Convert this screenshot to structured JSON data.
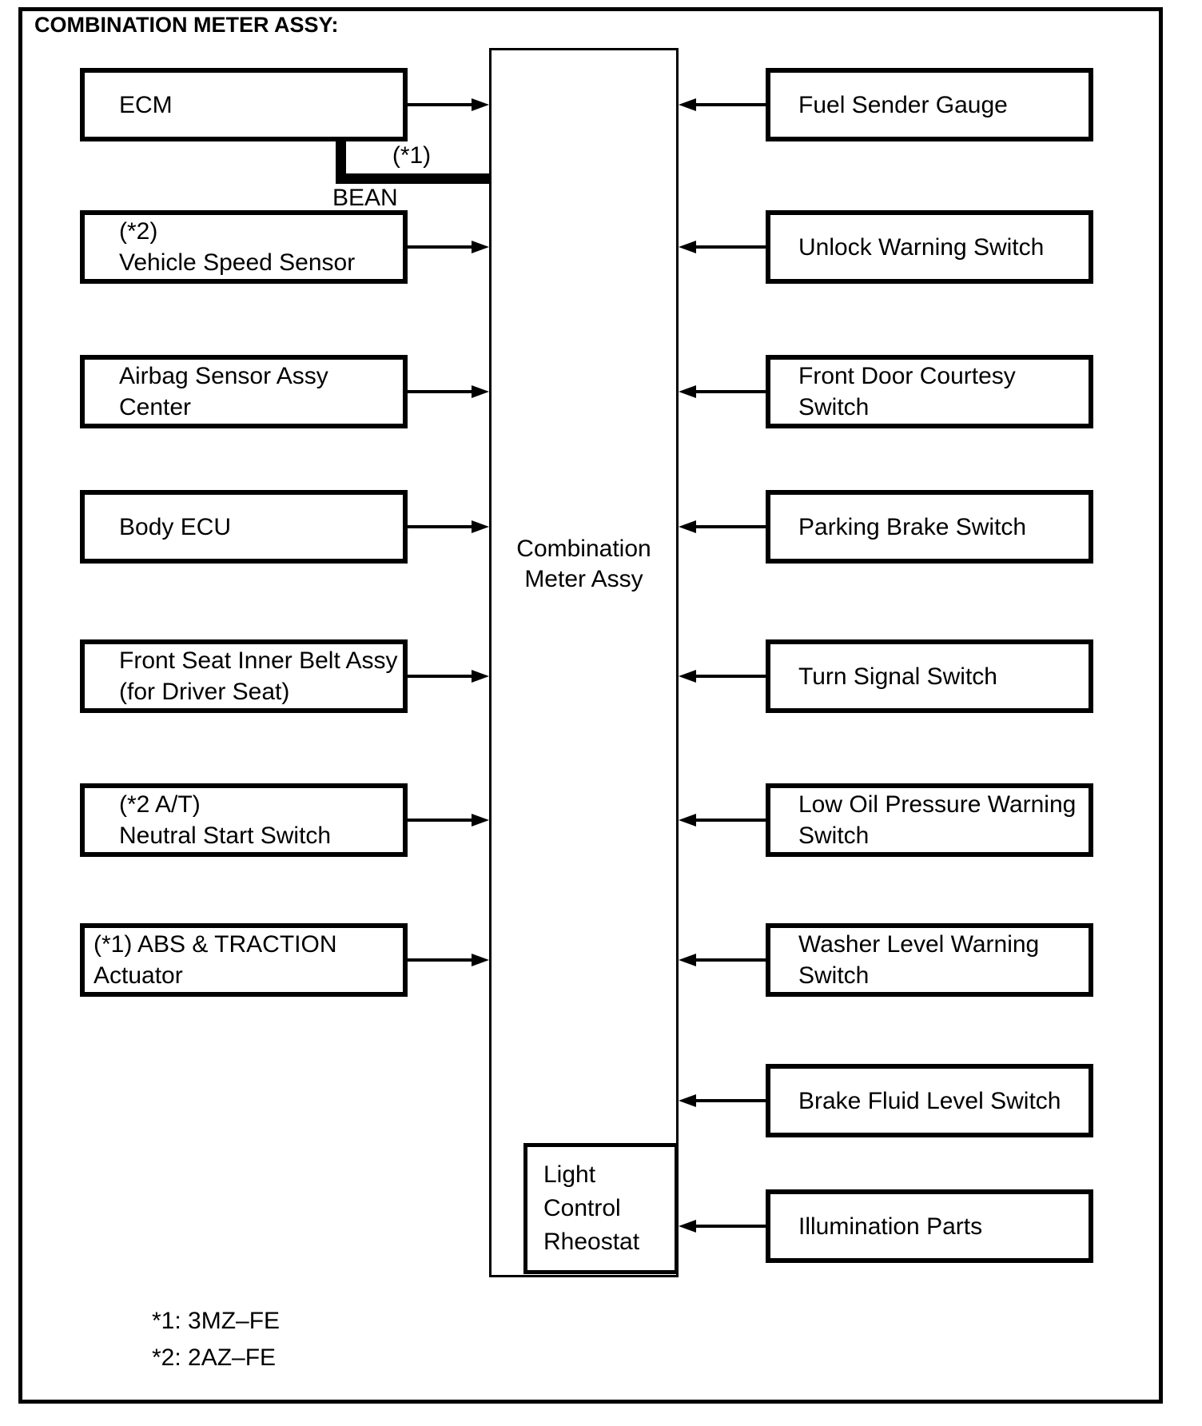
{
  "title": "COMBINATION METER ASSY:",
  "colors": {
    "foreground": "#000000",
    "background": "#ffffff"
  },
  "center_box": {
    "label": "Combination\nMeter Assy"
  },
  "rheostat_box": {
    "label": "Light Control\nRheostat"
  },
  "bean": {
    "note": "(*1)",
    "label": "BEAN"
  },
  "footnotes": [
    "*1: 3MZ–FE",
    "*2: 2AZ–FE"
  ],
  "diagram": {
    "left_boxes": [
      {
        "id": "ecm",
        "text": "ECM"
      },
      {
        "id": "vehicle-speed-sensor",
        "text": "(*2)\nVehicle Speed Sensor"
      },
      {
        "id": "airbag-sensor-assy-center",
        "text": "Airbag Sensor Assy Center"
      },
      {
        "id": "body-ecu",
        "text": "Body ECU"
      },
      {
        "id": "front-seat-inner-belt-assy",
        "text": "Front Seat Inner Belt Assy\n(for Driver Seat)"
      },
      {
        "id": "neutral-start-switch",
        "text": "(*2 A/T)\nNeutral Start Switch"
      },
      {
        "id": "abs-traction-actuator",
        "text": "(*1) ABS & TRACTION Actuator"
      }
    ],
    "right_boxes": [
      {
        "id": "fuel-sender-gauge",
        "text": "Fuel Sender Gauge"
      },
      {
        "id": "unlock-warning-switch",
        "text": "Unlock Warning Switch"
      },
      {
        "id": "front-door-courtesy-switch",
        "text": "Front Door Courtesy Switch"
      },
      {
        "id": "parking-brake-switch",
        "text": "Parking Brake Switch"
      },
      {
        "id": "turn-signal-switch",
        "text": "Turn Signal Switch"
      },
      {
        "id": "low-oil-pressure-warning-switch",
        "text": "Low Oil Pressure Warning\n Switch"
      },
      {
        "id": "washer-level-warning-switch",
        "text": "Washer Level Warning Switch"
      },
      {
        "id": "brake-fluid-level-switch",
        "text": "Brake Fluid Level Switch"
      },
      {
        "id": "illumination-parts",
        "text": "Illumination Parts"
      }
    ]
  }
}
